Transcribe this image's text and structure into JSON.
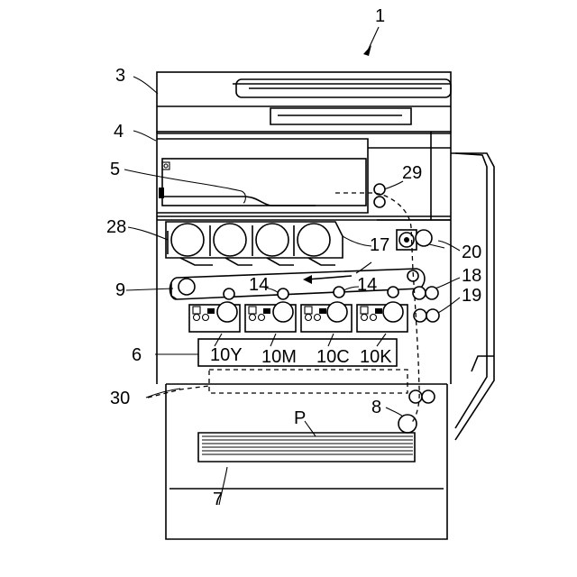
{
  "labels": {
    "machine": "1",
    "scanner": "3",
    "body": "4",
    "output_tray": "5",
    "image_unit": "6",
    "paper_tray": "7",
    "feed_roller": "8",
    "belt": "9",
    "unit_y": "10Y",
    "unit_m": "10M",
    "unit_c": "10C",
    "unit_k": "10K",
    "primary_left": "14",
    "primary_right": "14",
    "belt_label": "17",
    "roller_18": "18",
    "roller_19": "19",
    "fuser": "20",
    "toner": "28",
    "exit_roller": "29",
    "dashed_box": "30",
    "paper": "P"
  }
}
